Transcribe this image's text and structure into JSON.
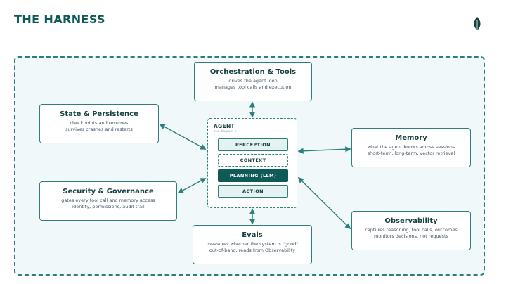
{
  "title": "THE HARNESS",
  "colors": {
    "accent": "#0f5a57",
    "line": "#2e7f7a",
    "frame_bg": "#f0f8f9"
  },
  "logo_icon": "leaf-icon",
  "agent": {
    "label": "AGENT",
    "sublabel": "see diagram 1",
    "stages": [
      "PERCEPTION",
      "CONTEXT",
      "PLANNING (LLM)",
      "ACTION"
    ]
  },
  "components": {
    "orchestration": {
      "title": "Orchestration & Tools",
      "lines": [
        "drives the agent loop",
        "manages tool calls and execution"
      ]
    },
    "state": {
      "title": "State & Persistence",
      "lines": [
        "checkpoints and resumes",
        "survives crashes and restarts"
      ]
    },
    "security": {
      "title": "Security & Governance",
      "lines": [
        "gates every tool call and memory access",
        "identity, permissions, audit trail"
      ]
    },
    "memory": {
      "title": "Memory",
      "lines": [
        "what the agent knows across sessions",
        "short-term, long-term, vector retrieval"
      ]
    },
    "observability": {
      "title": "Observability",
      "lines": [
        "captures reasoning, tool calls, outcomes",
        "monitors decisions, not requests"
      ]
    },
    "evals": {
      "title": "Evals",
      "lines": [
        "measures whether the system is \"good\"",
        "out-of-band, reads from Observability"
      ]
    }
  }
}
